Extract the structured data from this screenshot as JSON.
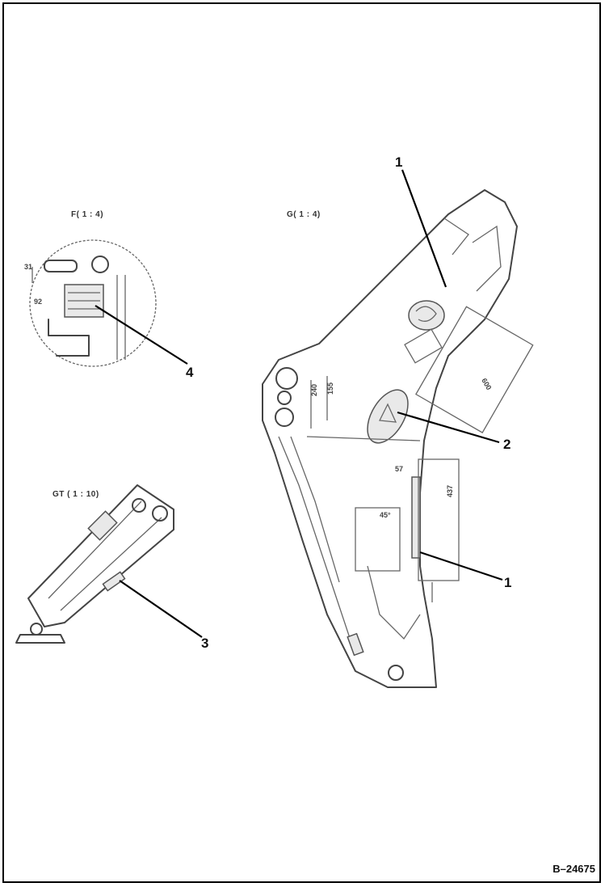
{
  "figure_id": "B–24675",
  "views": [
    {
      "name": "detail-f",
      "label": "F( 1 : 4)"
    },
    {
      "name": "detail-g",
      "label": "G( 1 : 4)"
    },
    {
      "name": "detail-gt",
      "label": "GT ( 1 : 10)"
    }
  ],
  "callouts": [
    "1",
    "1",
    "2",
    "3",
    "4"
  ],
  "dimension_labels": {
    "d240": "240",
    "d155": "155",
    "d45": "45°",
    "d31": "31",
    "d92": "92",
    "d600": "600",
    "d437": "437",
    "d57": "57"
  }
}
